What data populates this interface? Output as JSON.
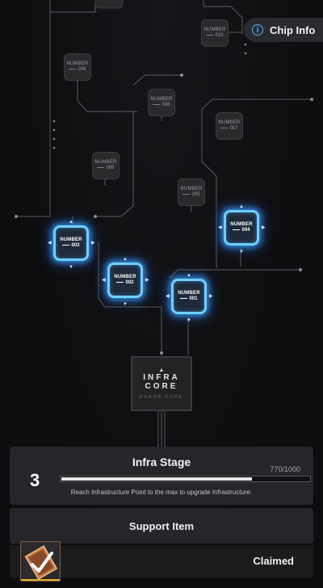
{
  "header": {
    "chip_info_label": "Chip Info"
  },
  "chips": [
    {
      "id": "006",
      "word": "NUMBER",
      "number": "006",
      "active": false
    },
    {
      "id": "010",
      "word": "NUMBER",
      "number": "010",
      "active": false
    },
    {
      "id": "008",
      "word": "NUMBER",
      "number": "008",
      "active": false
    },
    {
      "id": "007",
      "word": "NUMBER",
      "number": "007",
      "active": false
    },
    {
      "id": "009",
      "word": "NUMBER",
      "number": "009",
      "active": false
    },
    {
      "id": "005",
      "word": "NUMBER",
      "number": "005",
      "active": false
    },
    {
      "id": "004",
      "word": "NUMBER",
      "number": "004",
      "active": true
    },
    {
      "id": "003",
      "word": "NUMBER",
      "number": "003",
      "active": true
    },
    {
      "id": "002",
      "word": "NUMBER",
      "number": "002",
      "active": true
    },
    {
      "id": "001",
      "word": "NUMBER",
      "number": "001",
      "active": true
    }
  ],
  "core": {
    "title": "INFRA\nCORE",
    "arrow": "▲",
    "subtitle": "ERROR CODE"
  },
  "infra_stage": {
    "title": "Infra Stage",
    "stage": "3",
    "progress_text": "770/1000",
    "progress_fraction": 0.77,
    "hint": "Reach Infrastructure Point to the max to upgrade Infrastructure."
  },
  "support": {
    "title": "Support Item"
  },
  "reward": {
    "status": "Claimed",
    "icon": "reward-card-icon",
    "accent": "#b36b3a"
  },
  "colors": {
    "active_border": "#6fd0ff",
    "glow": "#3ca0ff",
    "background": "#0f0f11"
  }
}
